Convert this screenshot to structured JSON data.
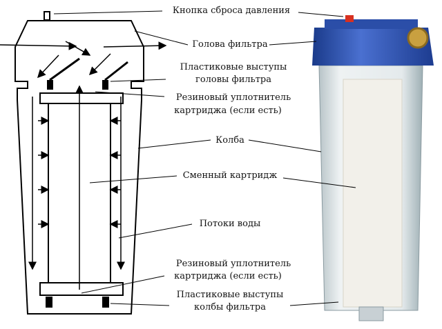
{
  "labels": {
    "reset_button": "Кнопка сброса давления",
    "filter_head": "Голова фильтра",
    "head_projections_1": "Пластиковые выступы",
    "head_projections_2": "головы фильтра",
    "top_seal_1": "Резиновый уплотнитель",
    "top_seal_2": "картриджа (если есть)",
    "flask": "Колба",
    "cartridge": "Сменный картридж",
    "water_flows": "Потоки воды",
    "bottom_seal_1": "Резиновый уплотнитель",
    "bottom_seal_2": "картриджа (если есть)",
    "flask_projections_1": "Пластиковые выступы",
    "flask_projections_2": "колбы фильтра"
  },
  "colors": {
    "head_blue": "#2a4fb0",
    "brass": "#c9a040",
    "button_red": "#d83020",
    "cartridge": "#f2f0ea"
  }
}
